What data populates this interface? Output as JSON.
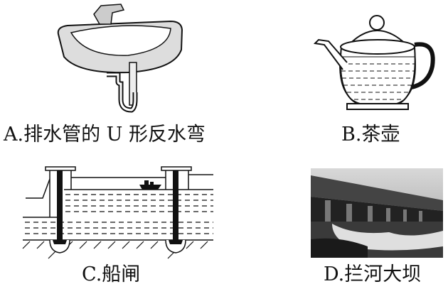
{
  "options": [
    {
      "label": "A.排水管的 U 形反水弯",
      "picture": "sink-with-u-trap"
    },
    {
      "label": "B.茶壶",
      "picture": "teapot"
    },
    {
      "label": "C.船闸",
      "picture": "ship-lock"
    },
    {
      "label": "D.拦河大坝",
      "picture": "river-dam-photo"
    }
  ]
}
